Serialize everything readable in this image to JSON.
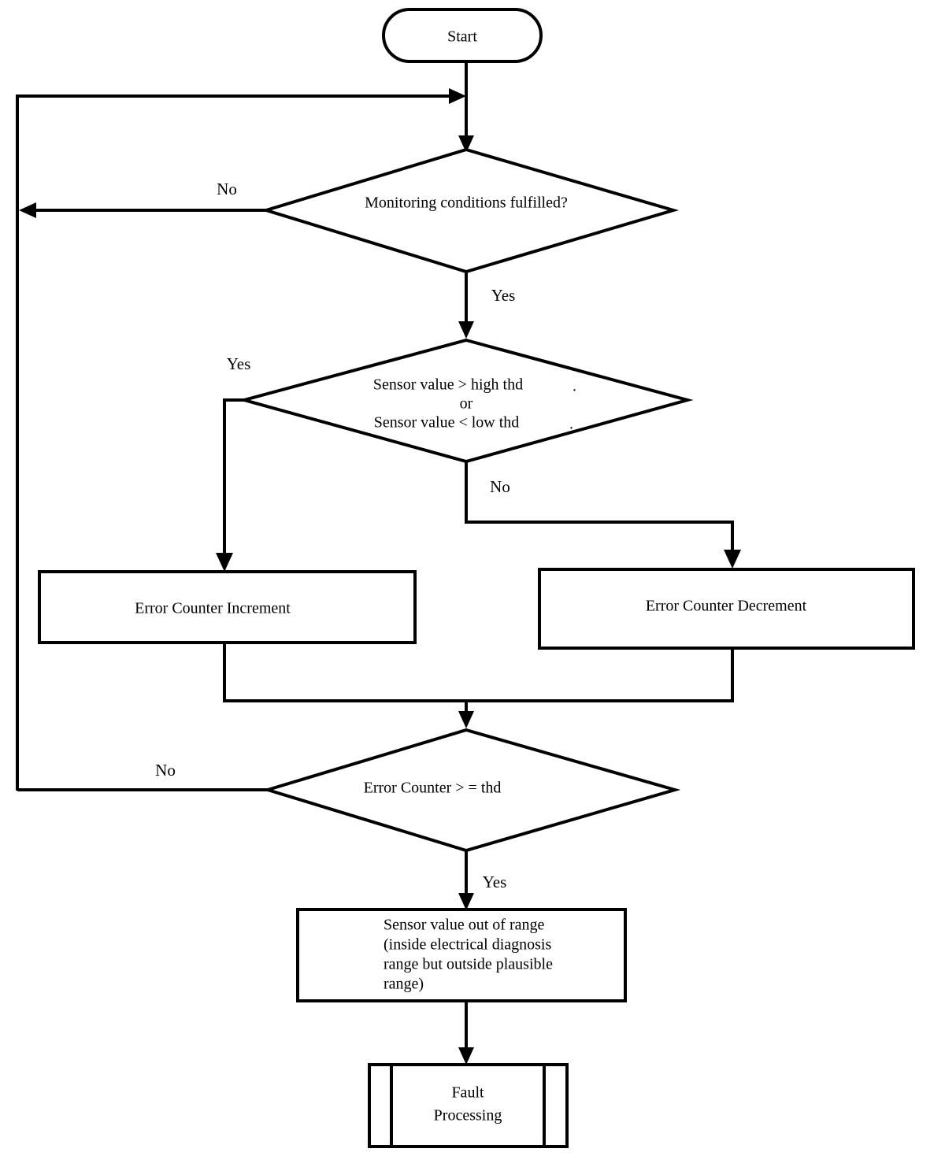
{
  "diagram": {
    "title": "Sensor plausibility monitoring flowchart",
    "type": "flowchart",
    "background_color": "#ffffff",
    "line_color": "#000000",
    "text_color": "#000000"
  },
  "nodes": {
    "start": {
      "shape": "terminator",
      "label": "Start"
    },
    "decision_monitoring": {
      "shape": "decision",
      "label": "Monitoring  conditions fulfilled?"
    },
    "decision_threshold": {
      "shape": "decision",
      "line1": "Sensor value > high thd",
      "line2": "or",
      "line3": "Sensor   value < low thd",
      "dot1": ".",
      "dot2": "."
    },
    "process_increment": {
      "shape": "process",
      "label": "Error Counter Increment"
    },
    "process_decrement": {
      "shape": "process",
      "label": "Error Counter Decrement"
    },
    "decision_counter": {
      "shape": "decision",
      "label": "Error Counter > = thd"
    },
    "process_out_of_range": {
      "shape": "process",
      "line1": "Sensor value out of range",
      "line2": "(inside electrical diagnosis",
      "line3": "range but outside plausible",
      "line4": "range)"
    },
    "predefined_fault": {
      "shape": "predefined-process",
      "line1": "Fault",
      "line2": "Processing"
    }
  },
  "edge_labels": {
    "monitoring_no": "No",
    "monitoring_yes": "Yes",
    "threshold_yes": "Yes",
    "threshold_no": "No",
    "counter_no": "No",
    "counter_yes": "Yes"
  }
}
